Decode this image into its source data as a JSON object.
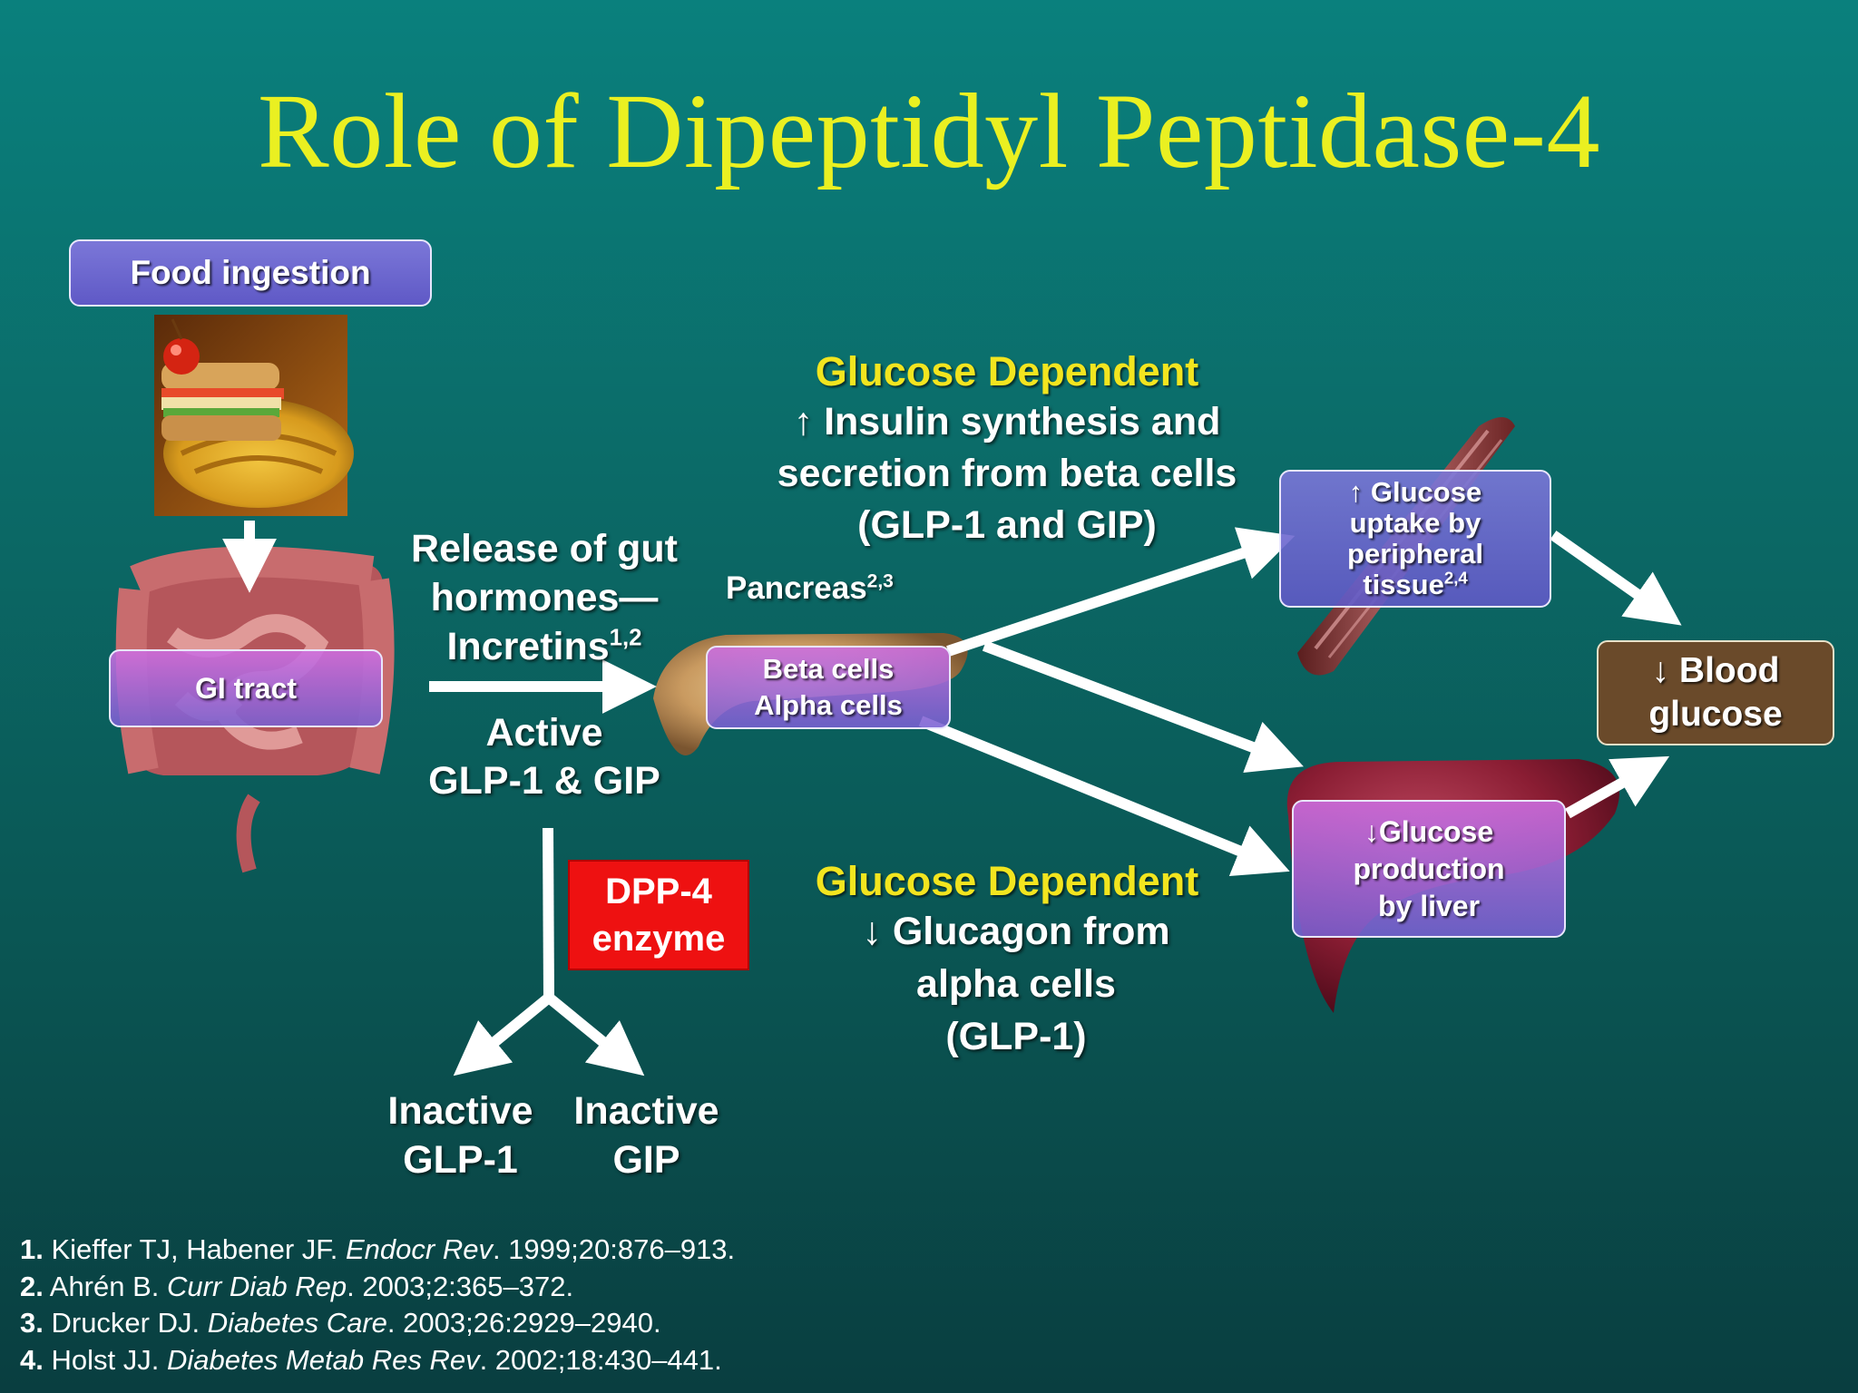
{
  "title": "Role of Dipeptidyl Peptidase-4",
  "food": {
    "label": "Food ingestion"
  },
  "gi": {
    "label": "GI tract"
  },
  "release": {
    "line1": "Release of gut",
    "line2": "hormones—",
    "line3": "Incretins",
    "line3_sup": "1,2"
  },
  "active": {
    "line1": "Active",
    "line2": "GLP-1 & GIP"
  },
  "dpp4": {
    "line1": "DPP-4",
    "line2": "enzyme"
  },
  "inactive": {
    "glp1": {
      "line1": "Inactive",
      "line2": "GLP-1"
    },
    "gip": {
      "line1": "Inactive",
      "line2": "GIP"
    }
  },
  "pancreas": {
    "label": "Pancreas",
    "sup": "2,3",
    "box_line1": "Beta cells",
    "box_line2": "Alpha cells"
  },
  "upper_effect": {
    "heading": "Glucose Dependent",
    "arrow": "↑",
    "line1": "Insulin synthesis and",
    "line2": "secretion from beta cells",
    "line3": "(GLP-1 and GIP)"
  },
  "lower_effect": {
    "heading": "Glucose Dependent",
    "arrow": "↓",
    "line1": "Glucagon from",
    "line2": "alpha cells",
    "line3": "(GLP-1)"
  },
  "peripheral": {
    "line1": "↑ Glucose",
    "line2": "uptake by",
    "line3": "peripheral",
    "line4": "tissue",
    "sup": "2,4"
  },
  "liver": {
    "line1": "↓Glucose",
    "line2": "production",
    "line3": "by liver"
  },
  "blood": {
    "line1": "↓ Blood",
    "line2": "glucose"
  },
  "references": [
    {
      "num": "1.",
      "authors": "Kieffer TJ, Habener JF.",
      "journal": "Endocr Rev",
      "details": ". 1999;20:876–913."
    },
    {
      "num": "2.",
      "authors": "Ahrén B.",
      "journal": "Curr Diab Rep",
      "details": ". 2003;2:365–372."
    },
    {
      "num": "3.",
      "authors": "Drucker DJ.",
      "journal": "Diabetes Care",
      "details": ". 2003;26:2929–2940."
    },
    {
      "num": "4.",
      "authors": "Holst JJ.",
      "journal": "Diabetes Metab Res Rev",
      "details": ". 2002;18:430–441."
    }
  ],
  "colors": {
    "title": "#eaf021",
    "heading_yellow": "#f2e51f",
    "box_blue": "#6a64cf",
    "box_purple": "#b070dc",
    "box_brown": "#6a4a2a",
    "dpp_red": "#ee1111",
    "arrow": "#ffffff"
  }
}
